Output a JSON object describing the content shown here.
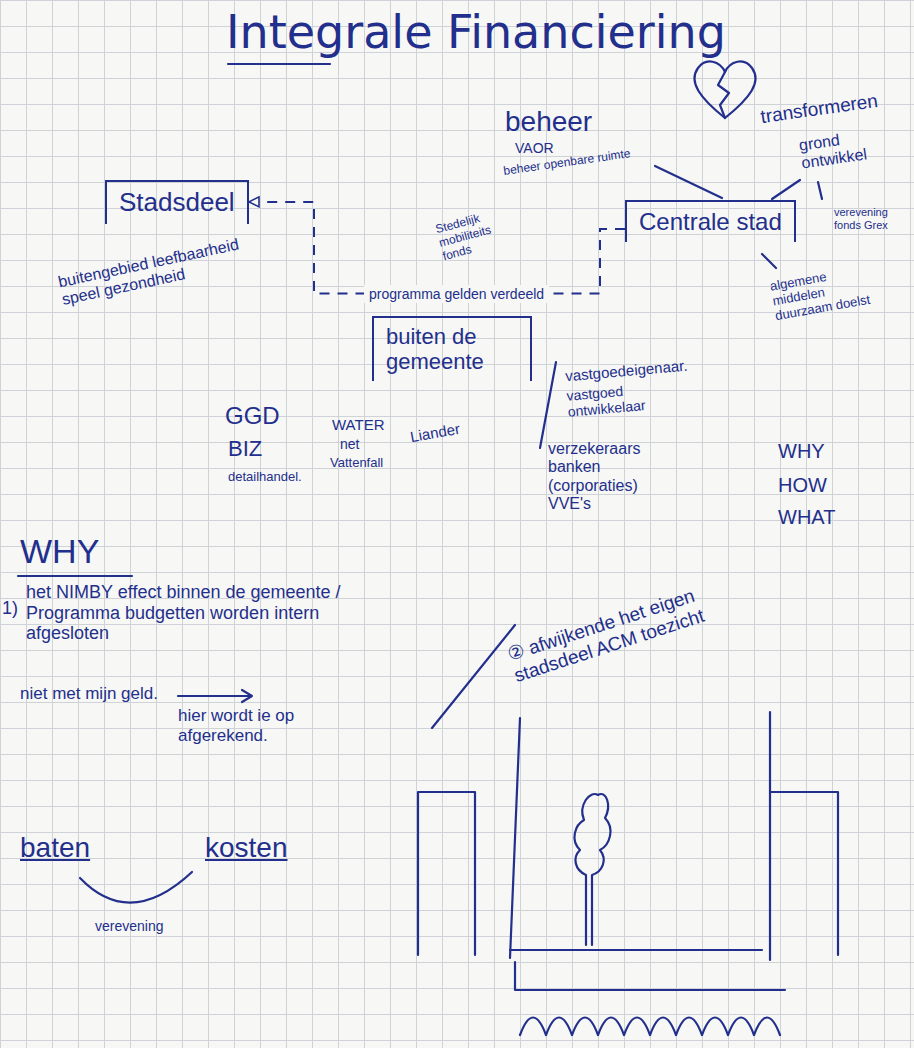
{
  "diagram": {
    "title": "Integrale Financiering",
    "nodes": [
      {
        "text": [
          "Stadsdeel"
        ]
      },
      {
        "text": [
          "Centrale stad"
        ]
      },
      {
        "text": [
          "buiten de gemeente"
        ]
      }
    ],
    "edges": [
      {
        "from": 1,
        "to": 0,
        "arrow": "to",
        "label": "programma gelden verdeeld"
      }
    ],
    "labels": [
      "beheer",
      "transformeren",
      "VAOR",
      "beheer openbare ruimte",
      "grond ontwikkel",
      "Stedelijk mobiliteits fonds",
      "verevening fonds Grex",
      "buitengebied leefbaarheid speel gezondheid",
      "algemene middelen duurzaam doelst",
      "vastgoedeigenaar.",
      "vastgoed ontwikkelaar",
      "GGD",
      "WATER",
      "net",
      "Liander",
      "Vattenfall",
      "BIZ",
      "detailhandel.",
      "verzekeraars banken (corporaties) VVE's",
      "WHY",
      "HOW",
      "WHAT",
      "WHY",
      "1)",
      "het NIMBY effect binnen de gemeente / Programma budgetten worden intern afgesloten",
      "niet met mijn geld.",
      "hier wordt ie op afgerekend.",
      "② afwijkende het eigen stadsdeel ACM toezicht",
      "baten",
      "kosten",
      "verevening"
    ]
  }
}
